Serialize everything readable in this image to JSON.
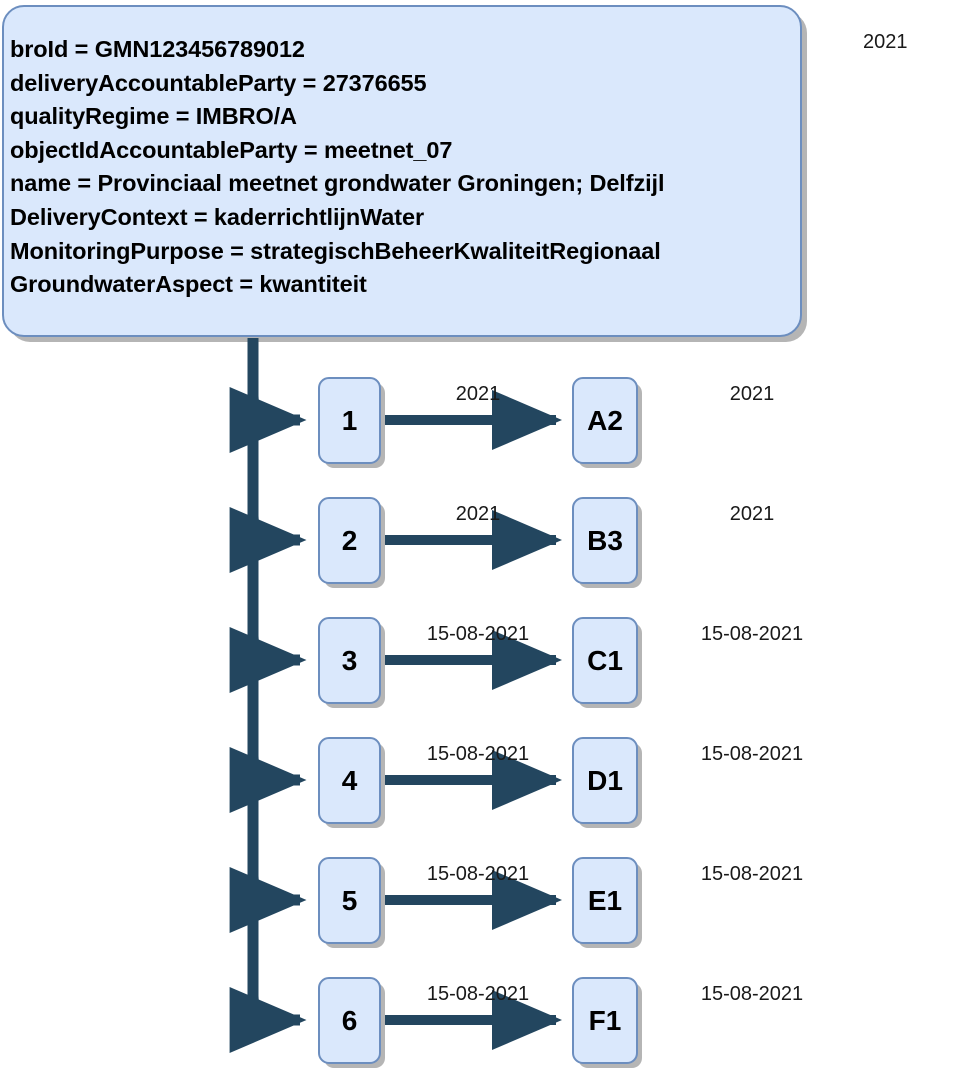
{
  "diagram": {
    "title_box": {
      "name": "gmn-attribute-box",
      "lines": [
        "broId = GMN123456789012",
        "deliveryAccountableParty = 27376655",
        "qualityRegime = IMBRO/A",
        "objectIdAccountableParty = meetnet_07",
        "name = Provinciaal meetnet grondwater Groningen; Delfzijl",
        "DeliveryContext = kaderrichtlijnWater",
        "MonitoringPurpose = strategischBeheerKwaliteitRegionaal",
        "GroundwaterAspect = kwantiteit"
      ]
    },
    "corner_label": "2021",
    "rows": [
      {
        "source": "1",
        "edge_label": "2021",
        "target": "A2",
        "row_label": "2021"
      },
      {
        "source": "2",
        "edge_label": "2021",
        "target": "B3",
        "row_label": "2021"
      },
      {
        "source": "3",
        "edge_label": "15-08-2021",
        "target": "C1",
        "row_label": "15-08-2021"
      },
      {
        "source": "4",
        "edge_label": "15-08-2021",
        "target": "D1",
        "row_label": "15-08-2021"
      },
      {
        "source": "5",
        "edge_label": "15-08-2021",
        "target": "E1",
        "row_label": "15-08-2021"
      },
      {
        "source": "6",
        "edge_label": "15-08-2021",
        "target": "F1",
        "row_label": "15-08-2021"
      }
    ],
    "colors": {
      "box_fill": "#dae8fc",
      "box_border": "#6c8ebf",
      "box_shadow": "#b5b5b5",
      "connector": "#23465f",
      "text": "#000000",
      "label_text": "#1a1a1a",
      "background": "#ffffff"
    }
  }
}
